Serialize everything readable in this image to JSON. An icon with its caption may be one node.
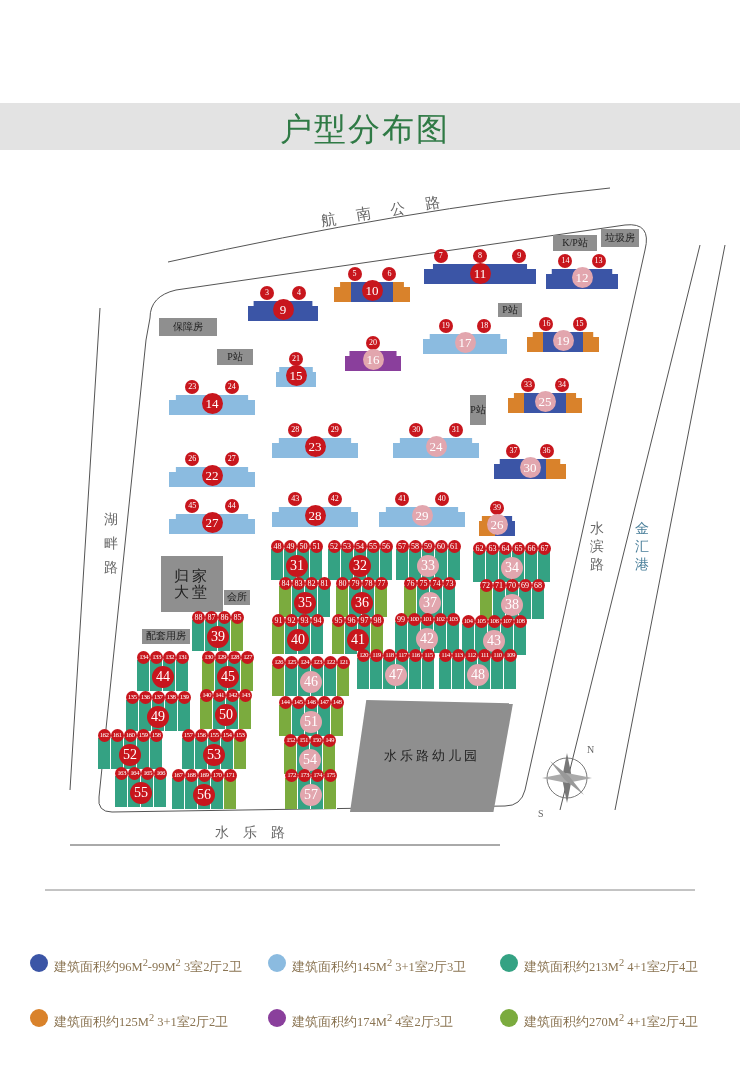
{
  "diagram": {
    "nodes": [
      {
        "text": [
          "K/P站"
        ]
      },
      {
        "text": [
          "垃圾房"
        ]
      },
      {
        "text": [
          "7",
          "8",
          "9",
          "11"
        ]
      },
      {
        "text": [
          "14",
          "13",
          "12"
        ]
      },
      {
        "text": [
          "5",
          "6",
          "10"
        ]
      },
      {
        "text": [
          "3",
          "4",
          "9"
        ]
      },
      {
        "text": [
          "P站"
        ]
      },
      {
        "text": [
          "保障房"
        ]
      },
      {
        "text": [
          "19",
          "18",
          "17"
        ]
      },
      {
        "text": [
          "16",
          "15",
          "19"
        ]
      },
      {
        "text": [
          "20",
          "16"
        ]
      },
      {
        "text": [
          "P站"
        ]
      },
      {
        "text": [
          "21",
          "15"
        ]
      },
      {
        "text": [
          "33",
          "34",
          "25"
        ]
      },
      {
        "text": [
          "23",
          "24",
          "14"
        ]
      },
      {
        "text": [
          "P站"
        ]
      },
      {
        "text": [
          "28",
          "29",
          "23"
        ]
      },
      {
        "text": [
          "30",
          "31",
          "24"
        ]
      },
      {
        "text": [
          "26",
          "27",
          "22"
        ]
      },
      {
        "text": [
          "37",
          "36",
          "30"
        ]
      },
      {
        "text": [
          "45",
          "44",
          "27"
        ]
      },
      {
        "text": [
          "43",
          "42",
          "28"
        ]
      },
      {
        "text": [
          "41",
          "40",
          "29"
        ]
      },
      {
        "text": [
          "39",
          "26"
        ]
      },
      {
        "text": [
          "48",
          "49",
          "50",
          "51",
          "31"
        ]
      },
      {
        "text": [
          "52",
          "53",
          "54",
          "55",
          "56",
          "32"
        ]
      },
      {
        "text": [
          "57",
          "58",
          "59",
          "60",
          "61",
          "33"
        ]
      },
      {
        "text": [
          "62",
          "63",
          "64",
          "65",
          "66",
          "67",
          "34"
        ]
      },
      {
        "text": [
          "归家大堂"
        ]
      },
      {
        "text": [
          "84",
          "83",
          "82",
          "81",
          "35"
        ]
      },
      {
        "text": [
          "80",
          "79",
          "78",
          "77",
          "36"
        ]
      },
      {
        "text": [
          "76",
          "75",
          "74",
          "73",
          "37"
        ]
      },
      {
        "text": [
          "72",
          "71",
          "70",
          "69",
          "68",
          "38"
        ]
      },
      {
        "text": [
          "会所"
        ]
      },
      {
        "text": [
          "88",
          "87",
          "86",
          "85",
          "39"
        ]
      },
      {
        "text": [
          "91",
          "92",
          "93",
          "94",
          "40"
        ]
      },
      {
        "text": [
          "95",
          "96",
          "97",
          "98",
          "41"
        ]
      },
      {
        "text": [
          "99",
          "100",
          "101",
          "102",
          "103",
          "42"
        ]
      },
      {
        "text": [
          "104",
          "105",
          "106",
          "107",
          "108",
          "43"
        ]
      },
      {
        "text": [
          "配套用房"
        ]
      },
      {
        "text": [
          "134",
          "133",
          "132",
          "131",
          "44"
        ]
      },
      {
        "text": [
          "130",
          "129",
          "128",
          "127",
          "45"
        ]
      },
      {
        "text": [
          "126",
          "125",
          "124",
          "123",
          "122",
          "121",
          "46"
        ]
      },
      {
        "text": [
          "120",
          "119",
          "118",
          "117",
          "116",
          "115",
          "47"
        ]
      },
      {
        "text": [
          "114",
          "113",
          "112",
          "111",
          "110",
          "109",
          "48"
        ]
      },
      {
        "text": [
          "135",
          "136",
          "137",
          "138",
          "139",
          "49"
        ]
      },
      {
        "text": [
          "140",
          "141",
          "142",
          "143",
          "50"
        ]
      },
      {
        "text": [
          "144",
          "145",
          "146",
          "147",
          "148",
          "51"
        ]
      },
      {
        "text": [
          "162",
          "161",
          "160",
          "159",
          "158",
          "52"
        ]
      },
      {
        "text": [
          "157",
          "156",
          "155",
          "154",
          "153",
          "53"
        ]
      },
      {
        "text": [
          "152",
          "151",
          "150",
          "149",
          "54"
        ]
      },
      {
        "text": [
          "水乐路幼儿园"
        ]
      },
      {
        "text": [
          "163",
          "164",
          "165",
          "166",
          "55"
        ]
      },
      {
        "text": [
          "167",
          "168",
          "169",
          "170",
          "171",
          "56"
        ]
      },
      {
        "text": [
          "172",
          "173",
          "174",
          "175",
          "57"
        ]
      }
    ],
    "edges": [],
    "labels": [
      "户型分布图",
      "航南公路",
      "湖畔路",
      "水滨路",
      "金汇港",
      "水乐路",
      "N",
      "S"
    ],
    "legend": [
      {
        "text": "建筑面积约96M$^{2}$-99M$^{2}$ 3室2厅2卫",
        "color": "#3b55a6"
      },
      {
        "text": "建筑面积约145M$^{2}$ 3+1室2厅3卫",
        "color": "#8bbbe0"
      },
      {
        "text": "建筑面积约213M$^{2}$ 4+1室2厅4卫",
        "color": "#34a283"
      },
      {
        "text": "建筑面积约125M$^{2}$ 3+1室2厅2卫",
        "color": "#d9822b"
      },
      {
        "text": "建筑面积约174M$^{2}$ 4室2厅3卫",
        "color": "#8a3f9c"
      },
      {
        "text": "建筑面积约270M$^{2}$ 4+1室2厅4卫",
        "color": "#7bab3e"
      }
    ]
  }
}
